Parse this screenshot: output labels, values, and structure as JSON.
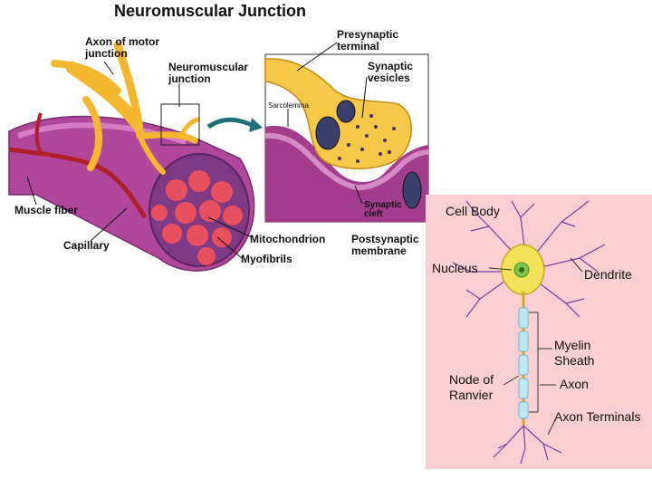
{
  "diagram": {
    "title": "Neuromuscular Junction",
    "junction_labels": {
      "axon": "Axon of motor junction",
      "nmj": "Neuromuscular junction",
      "muscle_fiber": "Muscle fiber",
      "capillary": "Capillary",
      "mitochondrion": "Mitochondrion",
      "myofibrils": "Myofibrils",
      "presynaptic": "Presynaptic terminal",
      "synaptic_vesicles": "Synaptic vesicles",
      "sarcolemma": "Sarcolemma",
      "synaptic_cleft": "Synaptic cleft",
      "postsynaptic": "Postsynaptic membrane"
    },
    "neuron_labels": {
      "cell_body": "Cell Body",
      "nucleus": "Nucleus",
      "dendrite": "Dendrite",
      "myelin": "Myelin Sheath",
      "node": "Node of Ranvier",
      "axon": "Axon",
      "terminals": "Axon Terminals"
    },
    "colors": {
      "nerve": "#f5b72e",
      "muscle": "#b0479a",
      "capillary": "#b0202a",
      "neuron_panel_bg": "#f9cfd3",
      "myelin": "#bfe7f2",
      "dendrite": "#7a3c9c"
    }
  }
}
